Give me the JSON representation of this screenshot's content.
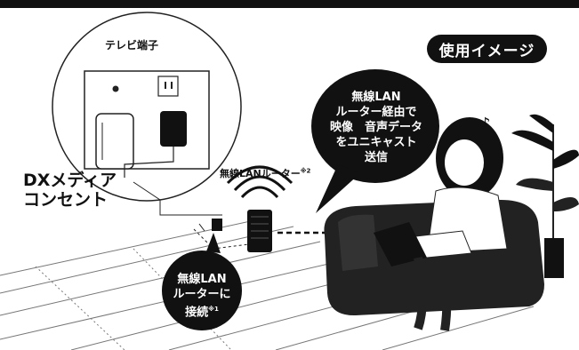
{
  "badge": {
    "usage_image": "使用イメージ"
  },
  "labels": {
    "tv_terminal": "テレビ端子",
    "dx_line1": "DXメディア",
    "dx_line2": "コンセント",
    "router": "無線LANルーター",
    "router_note": "※2"
  },
  "bubble_big": {
    "line1": "無線LAN",
    "line2": "ルーター経由で",
    "line3": "映像　音声データ",
    "line4": "をユニキャスト",
    "line5": "送信"
  },
  "bubble_small": {
    "line1": "無線LAN",
    "line2": "ルーターに",
    "line3": "接続",
    "note": "※1"
  },
  "colors": {
    "ink": "#111111",
    "paper": "#ffffff"
  }
}
